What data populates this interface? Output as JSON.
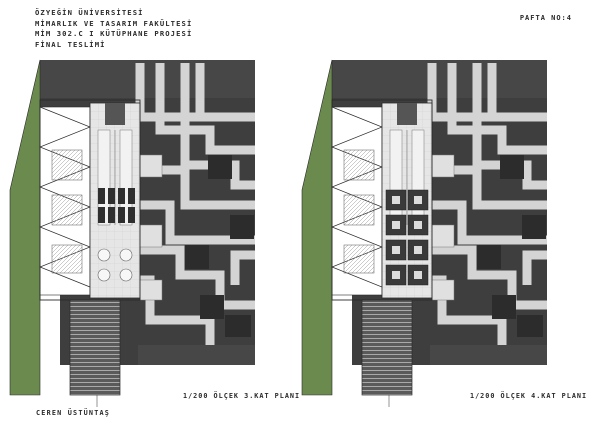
{
  "title_block": {
    "line1": "ÖZYEĞİN ÜNİVERSİTESİ",
    "line2": "MİMARLIK VE TASARIM FAKÜLTESİ",
    "line3": "MİM 302.C I KÜTÜPHANE PROJESİ",
    "line4": "FİNAL TESLİMİ"
  },
  "sheet_number": "PAFTA NO:4",
  "plans": [
    {
      "caption": "1/200 ÖLÇEK 3.KAT PLANI"
    },
    {
      "caption": "1/200 ÖLÇEK 4.KAT PLANI"
    }
  ],
  "author": "CEREN ÜSTÜNTAŞ",
  "colors": {
    "dark_block": "#3f3f3f",
    "darker_block": "#2e2e2e",
    "light_gray": "#d9d9d9",
    "green_lawn": "#6b8a4e",
    "stair_gray": "#555555"
  }
}
